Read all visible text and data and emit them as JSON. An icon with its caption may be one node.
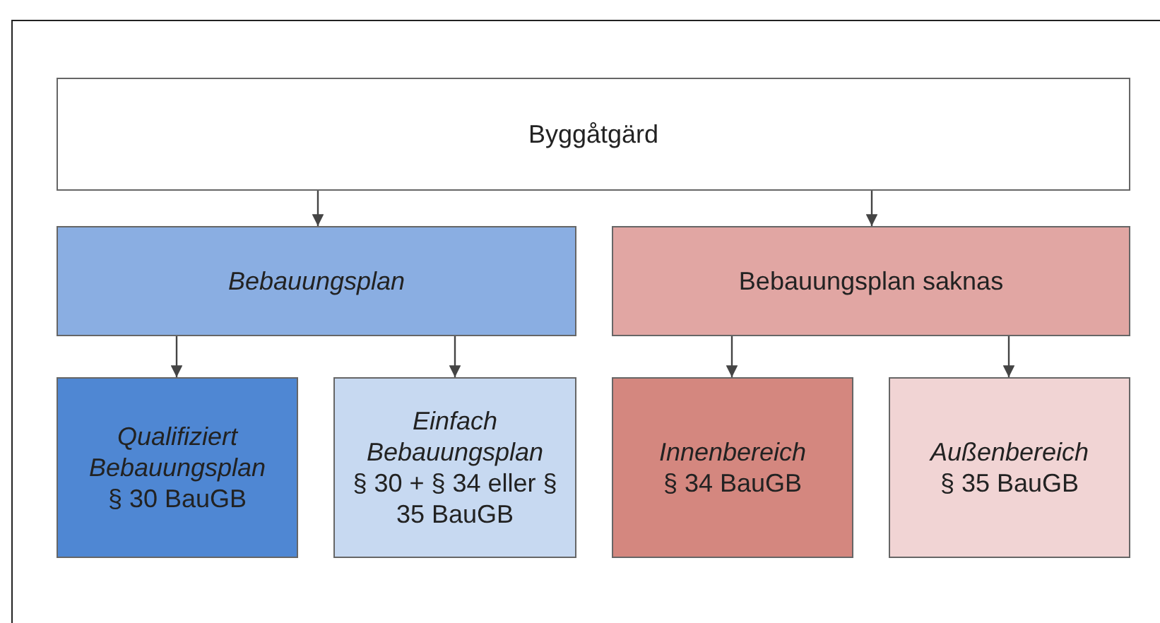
{
  "diagram": {
    "nodes": [
      {
        "text": [
          "Byggåtgärd"
        ]
      },
      {
        "text": [
          "Bebauungsplan"
        ]
      },
      {
        "text": [
          "Bebauungsplan saknas"
        ]
      },
      {
        "text": [
          "Qualifiziert Bebauungsplan",
          "§ 30 BauGB"
        ]
      },
      {
        "text": [
          "Einfach Bebauungsplan",
          "§ 30 + § 34 eller § 35 BauGB"
        ]
      },
      {
        "text": [
          "Innenbereich",
          "§ 34 BauGB"
        ]
      },
      {
        "text": [
          "Außenbereich",
          "§ 35 BauGB"
        ]
      }
    ],
    "edges": [
      {
        "from": 0,
        "to": 1,
        "arrow": "to"
      },
      {
        "from": 0,
        "to": 2,
        "arrow": "to"
      },
      {
        "from": 1,
        "to": 3,
        "arrow": "to"
      },
      {
        "from": 1,
        "to": 4,
        "arrow": "to"
      },
      {
        "from": 2,
        "to": 5,
        "arrow": "to"
      },
      {
        "from": 2,
        "to": 6,
        "arrow": "to"
      }
    ]
  }
}
